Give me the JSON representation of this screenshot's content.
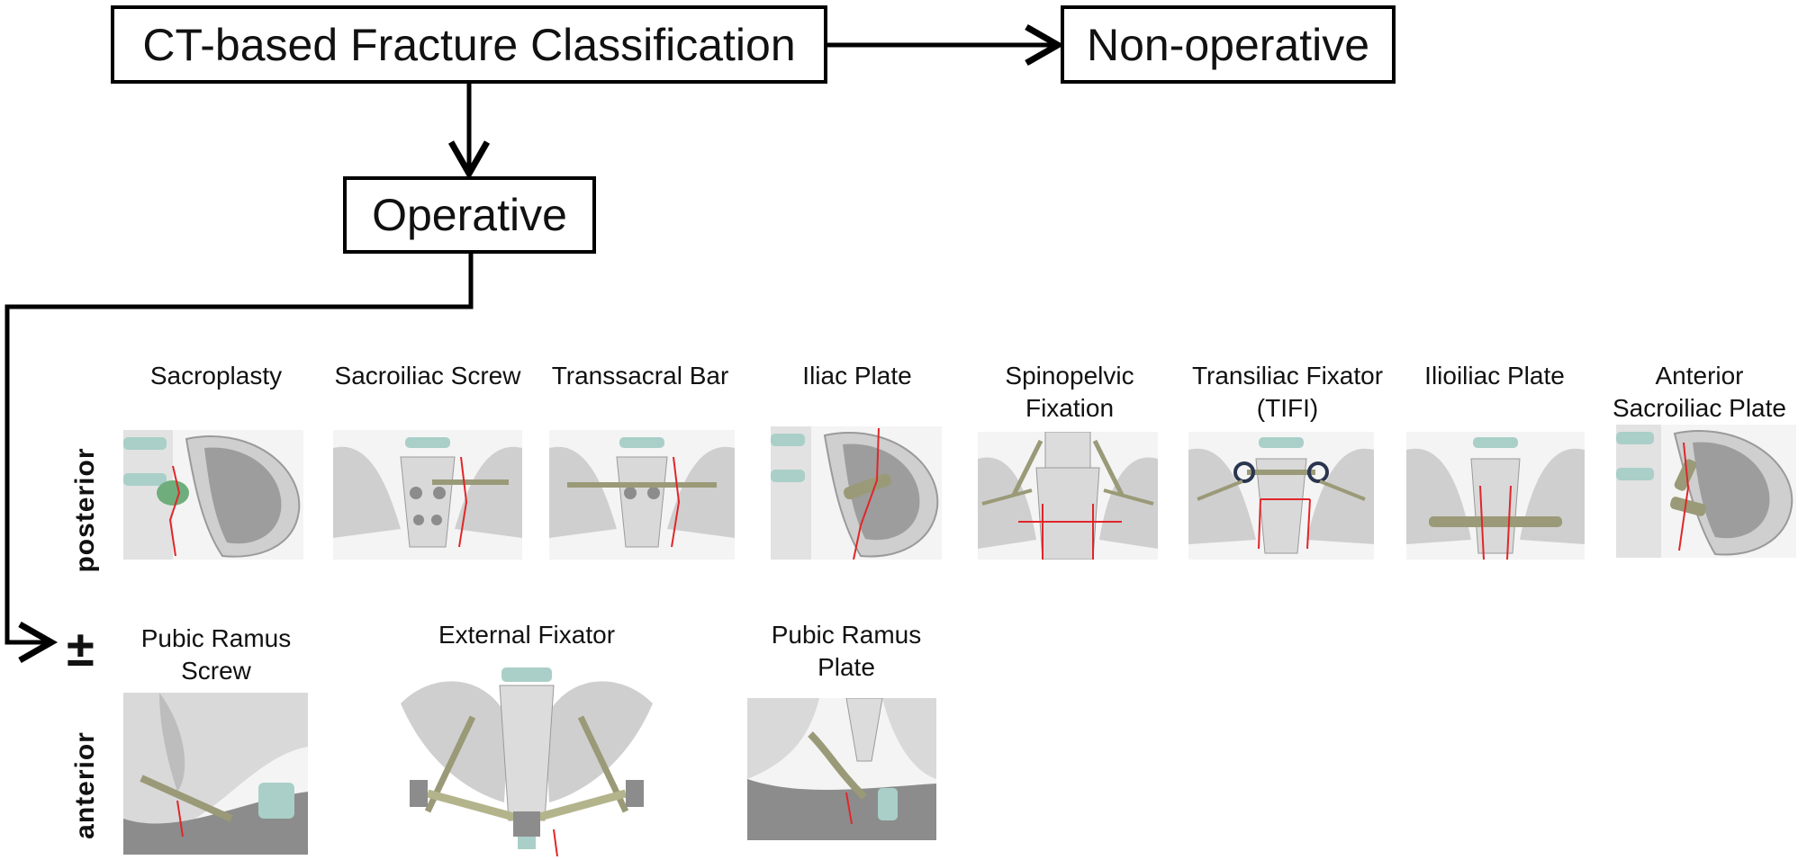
{
  "flow": {
    "ct_label": "CT-based Fracture Classification",
    "nonop_label": "Non-operative",
    "op_label": "Operative"
  },
  "sides": {
    "posterior": "posterior",
    "anterior": "anterior",
    "plus_minus": "±"
  },
  "posterior_methods": [
    {
      "line1": "Sacroplasty",
      "line2": ""
    },
    {
      "line1": "Sacroiliac Screw",
      "line2": ""
    },
    {
      "line1": "Transsacral Bar",
      "line2": ""
    },
    {
      "line1": "Iliac Plate",
      "line2": ""
    },
    {
      "line1": "Spinopelvic",
      "line2": "Fixation"
    },
    {
      "line1": "Transiliac Fixator",
      "line2": "(TIFI)"
    },
    {
      "line1": "Ilioiliac Plate",
      "line2": ""
    },
    {
      "line1": "Anterior",
      "line2": "Sacroiliac Plate"
    }
  ],
  "anterior_methods": [
    {
      "line1": "Pubic Ramus",
      "line2": "Screw"
    },
    {
      "line1": "External Fixator",
      "line2": ""
    },
    {
      "line1": "Pubic Ramus",
      "line2": "Plate"
    }
  ],
  "colors": {
    "bone": "#d9d9d9",
    "bone_dark": "#8c8c8c",
    "fracture": "#e0262a",
    "implant": "#9a9a78",
    "disc": "#a9cfc8",
    "cement": "#6fae7c"
  }
}
